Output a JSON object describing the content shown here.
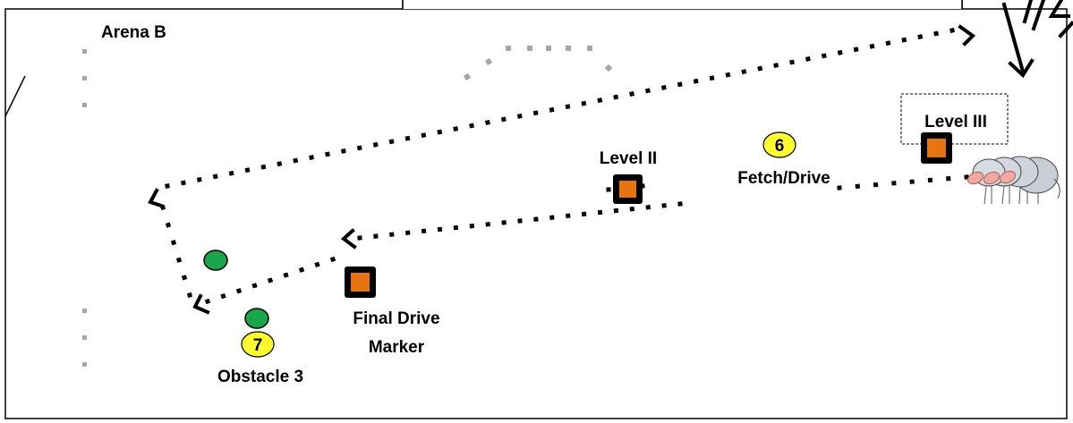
{
  "arena": {
    "name": "Arena B"
  },
  "markers": {
    "level_two": "Level II",
    "level_three": "Level III",
    "final_drive_line1": "Final Drive",
    "final_drive_line2": "Marker"
  },
  "stations": {
    "fetch_drive": {
      "number": "6",
      "label": "Fetch/Drive"
    },
    "obstacle_three": {
      "number": "7",
      "label": "Obstacle 3"
    }
  },
  "colors": {
    "marker_fill": "#e8740f",
    "marker_border": "#000000",
    "obstacle_green": "#1aa64a",
    "number_badge": "#ffff2e",
    "fence_gray": "#a6a6a6",
    "path_dots": "#000000"
  },
  "icons": {
    "sheep": "sheep-flock-icon",
    "arrow": "path-arrowhead-icon"
  }
}
